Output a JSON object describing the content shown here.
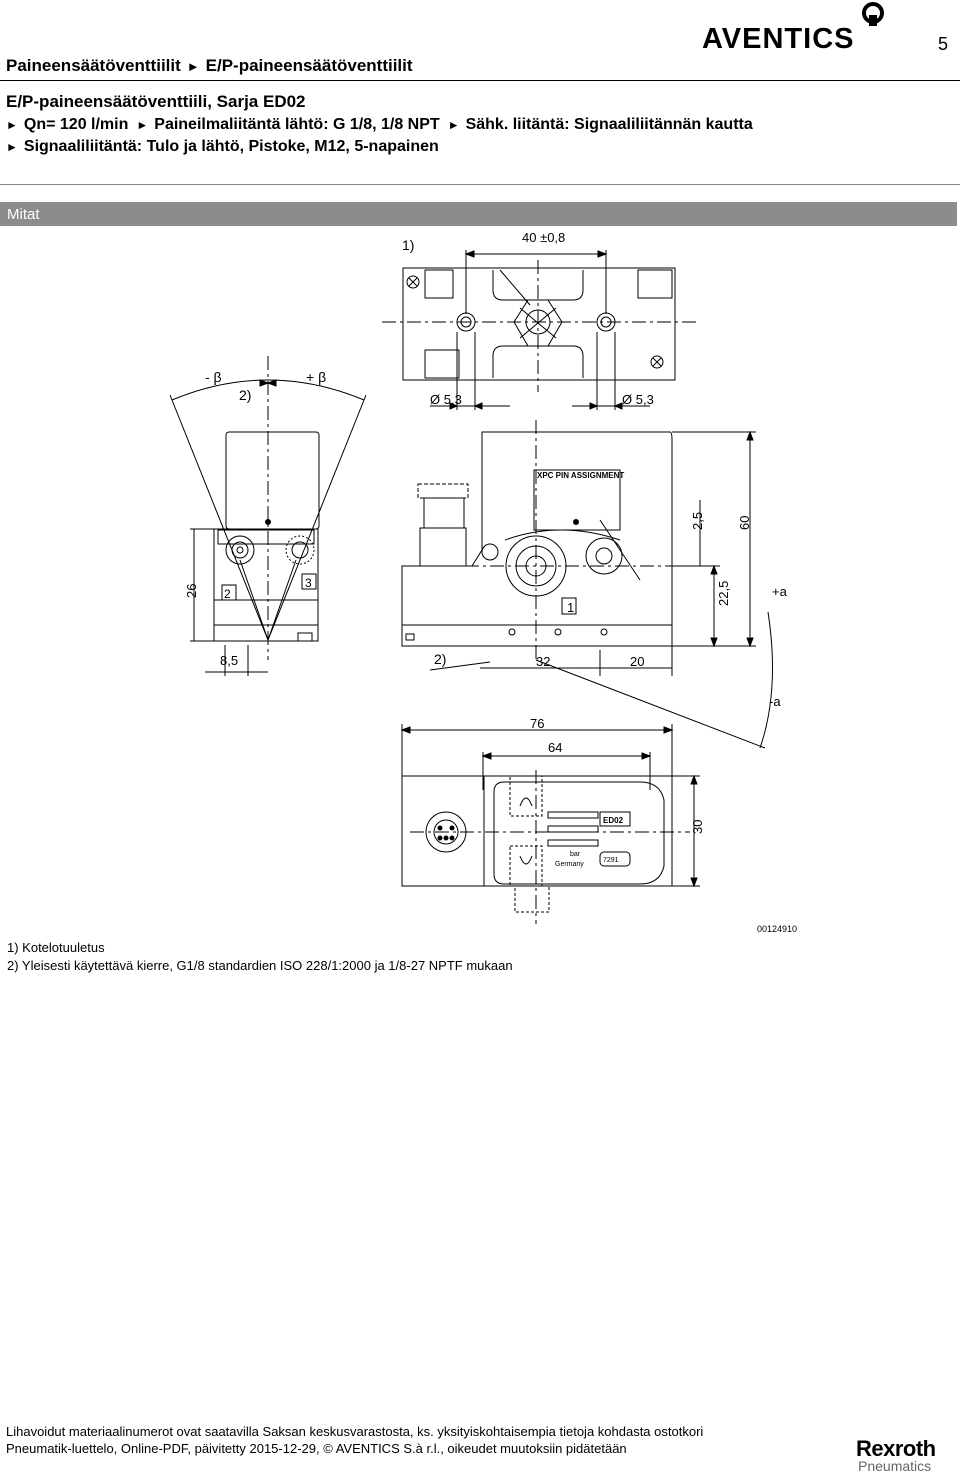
{
  "header": {
    "breadcrumb": [
      "Paineensäätöventtiilit",
      "E/P-paineensäätöventtiilit"
    ],
    "logo_text": "AVENTICS",
    "page_number": "5"
  },
  "product": {
    "title": "E/P-paineensäätöventtiili, Sarja ED02",
    "spec_line1": [
      "Qn= 120 l/min",
      "Paineilmaliitäntä lähtö: G 1/8, 1/8 NPT",
      "Sähk. liitäntä: Signaaliliitännän kautta"
    ],
    "spec_line2": [
      "Signaaliliitäntä: Tulo ja lähtö, Pistoke, M12, 5-napainen"
    ]
  },
  "section": {
    "title": "Mitat"
  },
  "drawing": {
    "labels": {
      "note1_ref": "1)",
      "note2_ref": "2)",
      "dim_40": "40 ±0,8",
      "dim_d53_left": "Ø 5,3",
      "dim_d53_right": "Ø 5,3",
      "beta_minus": "- β",
      "beta_plus": "+ β",
      "dim_26": "26",
      "dim_85": "8,5",
      "dim_32": "32",
      "dim_20": "20",
      "dim_25": "2,5",
      "dim_60": "60",
      "dim_225": "22,5",
      "alpha_plus": "+a",
      "alpha_minus": "-a",
      "dim_76": "76",
      "dim_64": "64",
      "dim_30": "30",
      "xpc": "XPC  PIN  ASSIGNMENT",
      "port1": "1",
      "port2": "2",
      "port3": "3",
      "ed02": "ED02",
      "bar": "bar",
      "germany": "Germany",
      "num7291": "7291"
    },
    "code": "00124910"
  },
  "notes": [
    "1) Kotelotuuletus",
    "2) Yleisesti käytettävä kierre, G1/8 standardien ISO 228/1:2000 ja 1/8-27 NPTF mukaan"
  ],
  "footer": {
    "line1": "Lihavoidut materiaalinumerot ovat saatavilla Saksan keskusvarastosta, ks. yksityiskohtaisempia tietoja kohdasta ostotkori",
    "line2": "Pneumatik-luettelo, Online-PDF, päivitetty 2015-12-29, © AVENTICS S.à r.l., oikeudet muutoksiin pidätetään",
    "brand": "Rexroth",
    "brand_sub": "Pneumatics"
  }
}
